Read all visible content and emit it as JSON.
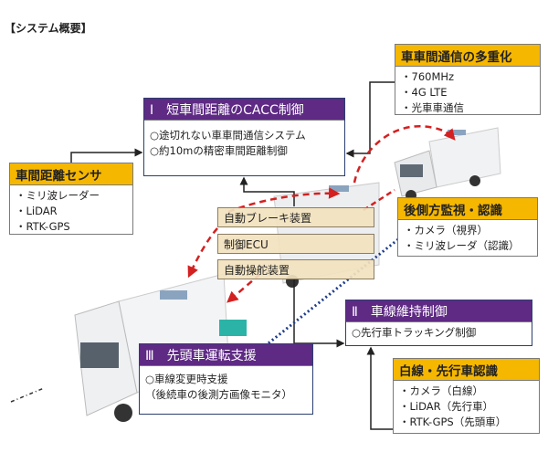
{
  "title": "【システム概要】",
  "comm_box": {
    "header": "車車間通信の多重化",
    "items": [
      "・760MHz",
      "・4G LTE",
      "・光車車通信"
    ]
  },
  "cacc_box": {
    "header": "Ⅰ　短車間距離のCACC制御",
    "items": [
      "○途切れない車車間通信システム",
      "○約10mの精密車間距離制御"
    ]
  },
  "sensor_box": {
    "header": "車間距離センサ",
    "items": [
      "・ミリ波レーダー",
      "・LiDAR",
      "・RTK-GPS"
    ]
  },
  "rear_box": {
    "header": "後側方監視・認識",
    "items": [
      "・カメラ（視界）",
      "・ミリ波レーダ（認識）"
    ]
  },
  "devices": [
    "自動ブレーキ装置",
    "制御ECU",
    "自動操舵装置"
  ],
  "lane_box": {
    "header": "Ⅱ　車線維持制御",
    "items": [
      "○先行車トラッキング制御"
    ]
  },
  "lead_box": {
    "header": "Ⅲ　先頭車運転支援",
    "items": [
      "○車線変更時支援",
      "（後続車の後測方画像モニタ）"
    ]
  },
  "line_box": {
    "header": "白線・先行車認識",
    "items": [
      "・カメラ（白線）",
      "・LiDAR（先行車）",
      "・RTK-GPS（先頭車）"
    ]
  },
  "colors": {
    "orange": "#f6b700",
    "purple": "#5e2a84",
    "red_arrow": "#d42020",
    "blue_dots": "#1f3c88"
  }
}
